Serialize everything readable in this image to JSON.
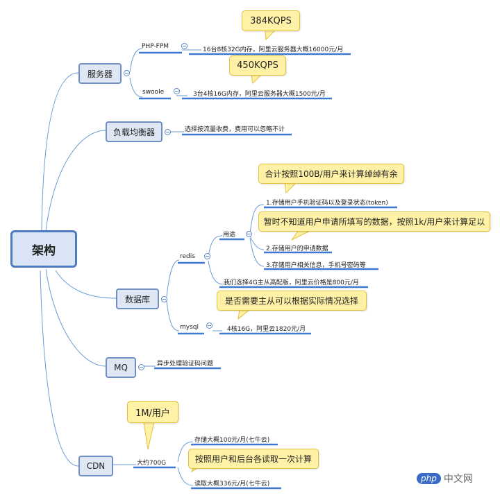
{
  "root": "架构",
  "branches": {
    "server": "服务器",
    "lb": "负载均衡器",
    "db": "数据库",
    "mq": "MQ",
    "cdn": "CDN"
  },
  "server": {
    "phpfpm": "PHP-FPM",
    "phpfpm_detail": "16台8核32G内存，阿里云服务器大概16000元/月",
    "phpfpm_note": "384KQPS",
    "swoole": "swoole",
    "swoole_detail": "3台4核16G内存，阿里云服务器大概1500元/月",
    "swoole_note": "450KQPS"
  },
  "lb": {
    "detail": "选择按流量收费，费用可以忽略不计"
  },
  "db": {
    "redis": "redis",
    "usage": "用途",
    "usage_note": "合计按照100B/用户来计算绰绰有余",
    "use1": "1.存储用户手机验证码以及登录状态(token)",
    "use1_note": "暂时不知道用户申请所填写的数据，按照1k/用户来计算足以",
    "use2": "2.存储用户的申请数据",
    "use3": "3.存储用户相关信息，手机号密码等",
    "redis_choice": "我们选择4G主从高配版，阿里云价格是800元/月",
    "redis_note": "是否需要主从可以根据实际情况选择",
    "mysql": "mysql",
    "mysql_detail": "4核16G，阿里云1820元/月"
  },
  "mq": {
    "detail": "异步处理验证码问题"
  },
  "cdn": {
    "size": "大约700G",
    "size_note": "1M/用户",
    "storage": "存储大概100元/月(七牛云)",
    "storage_note": "按照用户和后台各读取一次计算",
    "read": "读取大概336元/月(七牛云)"
  },
  "watermark": {
    "logo": "php",
    "text": "中文网"
  },
  "colors": {
    "node_fill": "#dfe7f5",
    "node_border": "#6f8ec4",
    "edge": "#6a9ad9",
    "underline": "#3f78d1",
    "callout_fill": "#fff2a6",
    "callout_border": "#e2c13a"
  }
}
